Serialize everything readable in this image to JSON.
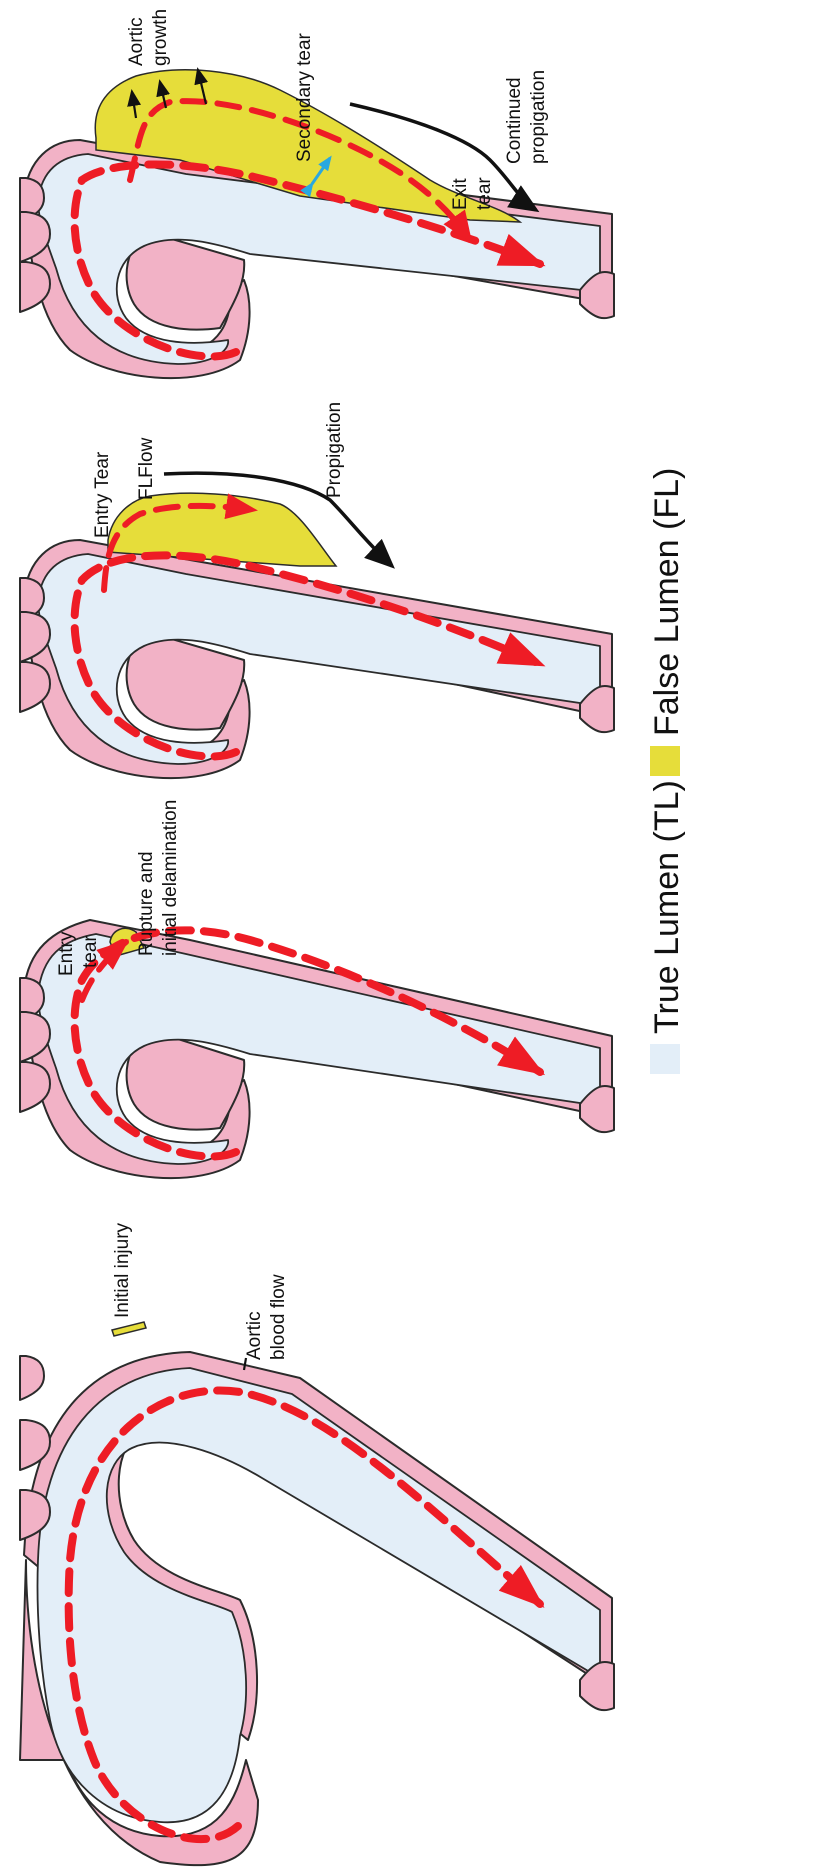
{
  "colors": {
    "true_lumen": "#e3eef8",
    "false_lumen": "#e6dd3a",
    "aortic_wall": "#f2b2c6",
    "blood_flow": "#ee1c25",
    "secondary_tear": "#29a8e0"
  },
  "stages": [
    {
      "labels": {
        "initial_injury": "Initial injury",
        "aortic_blood_flow_line1": "Aortic",
        "aortic_blood_flow_line2": "blood flow"
      }
    },
    {
      "labels": {
        "entry_tear_line1": "Entry",
        "entry_tear_line2": "tear",
        "rupture_line1": "Rupture and",
        "rupture_line2": "initial delamination"
      }
    },
    {
      "labels": {
        "entry_tear": "Entry Tear",
        "fl_flow": "FLFlow",
        "propagation": "Propigation"
      }
    },
    {
      "labels": {
        "aortic_growth_line1": "Aortic",
        "aortic_growth_line2": "growth",
        "secondary_tear": "Secondary tear",
        "exit_tear_line1": "Exit",
        "exit_tear_line2": "tear",
        "continued_line1": "Continued",
        "continued_line2": "propigation"
      }
    }
  ],
  "legend": {
    "true_lumen": "True Lumen (TL)",
    "false_lumen": "False Lumen (FL)"
  }
}
